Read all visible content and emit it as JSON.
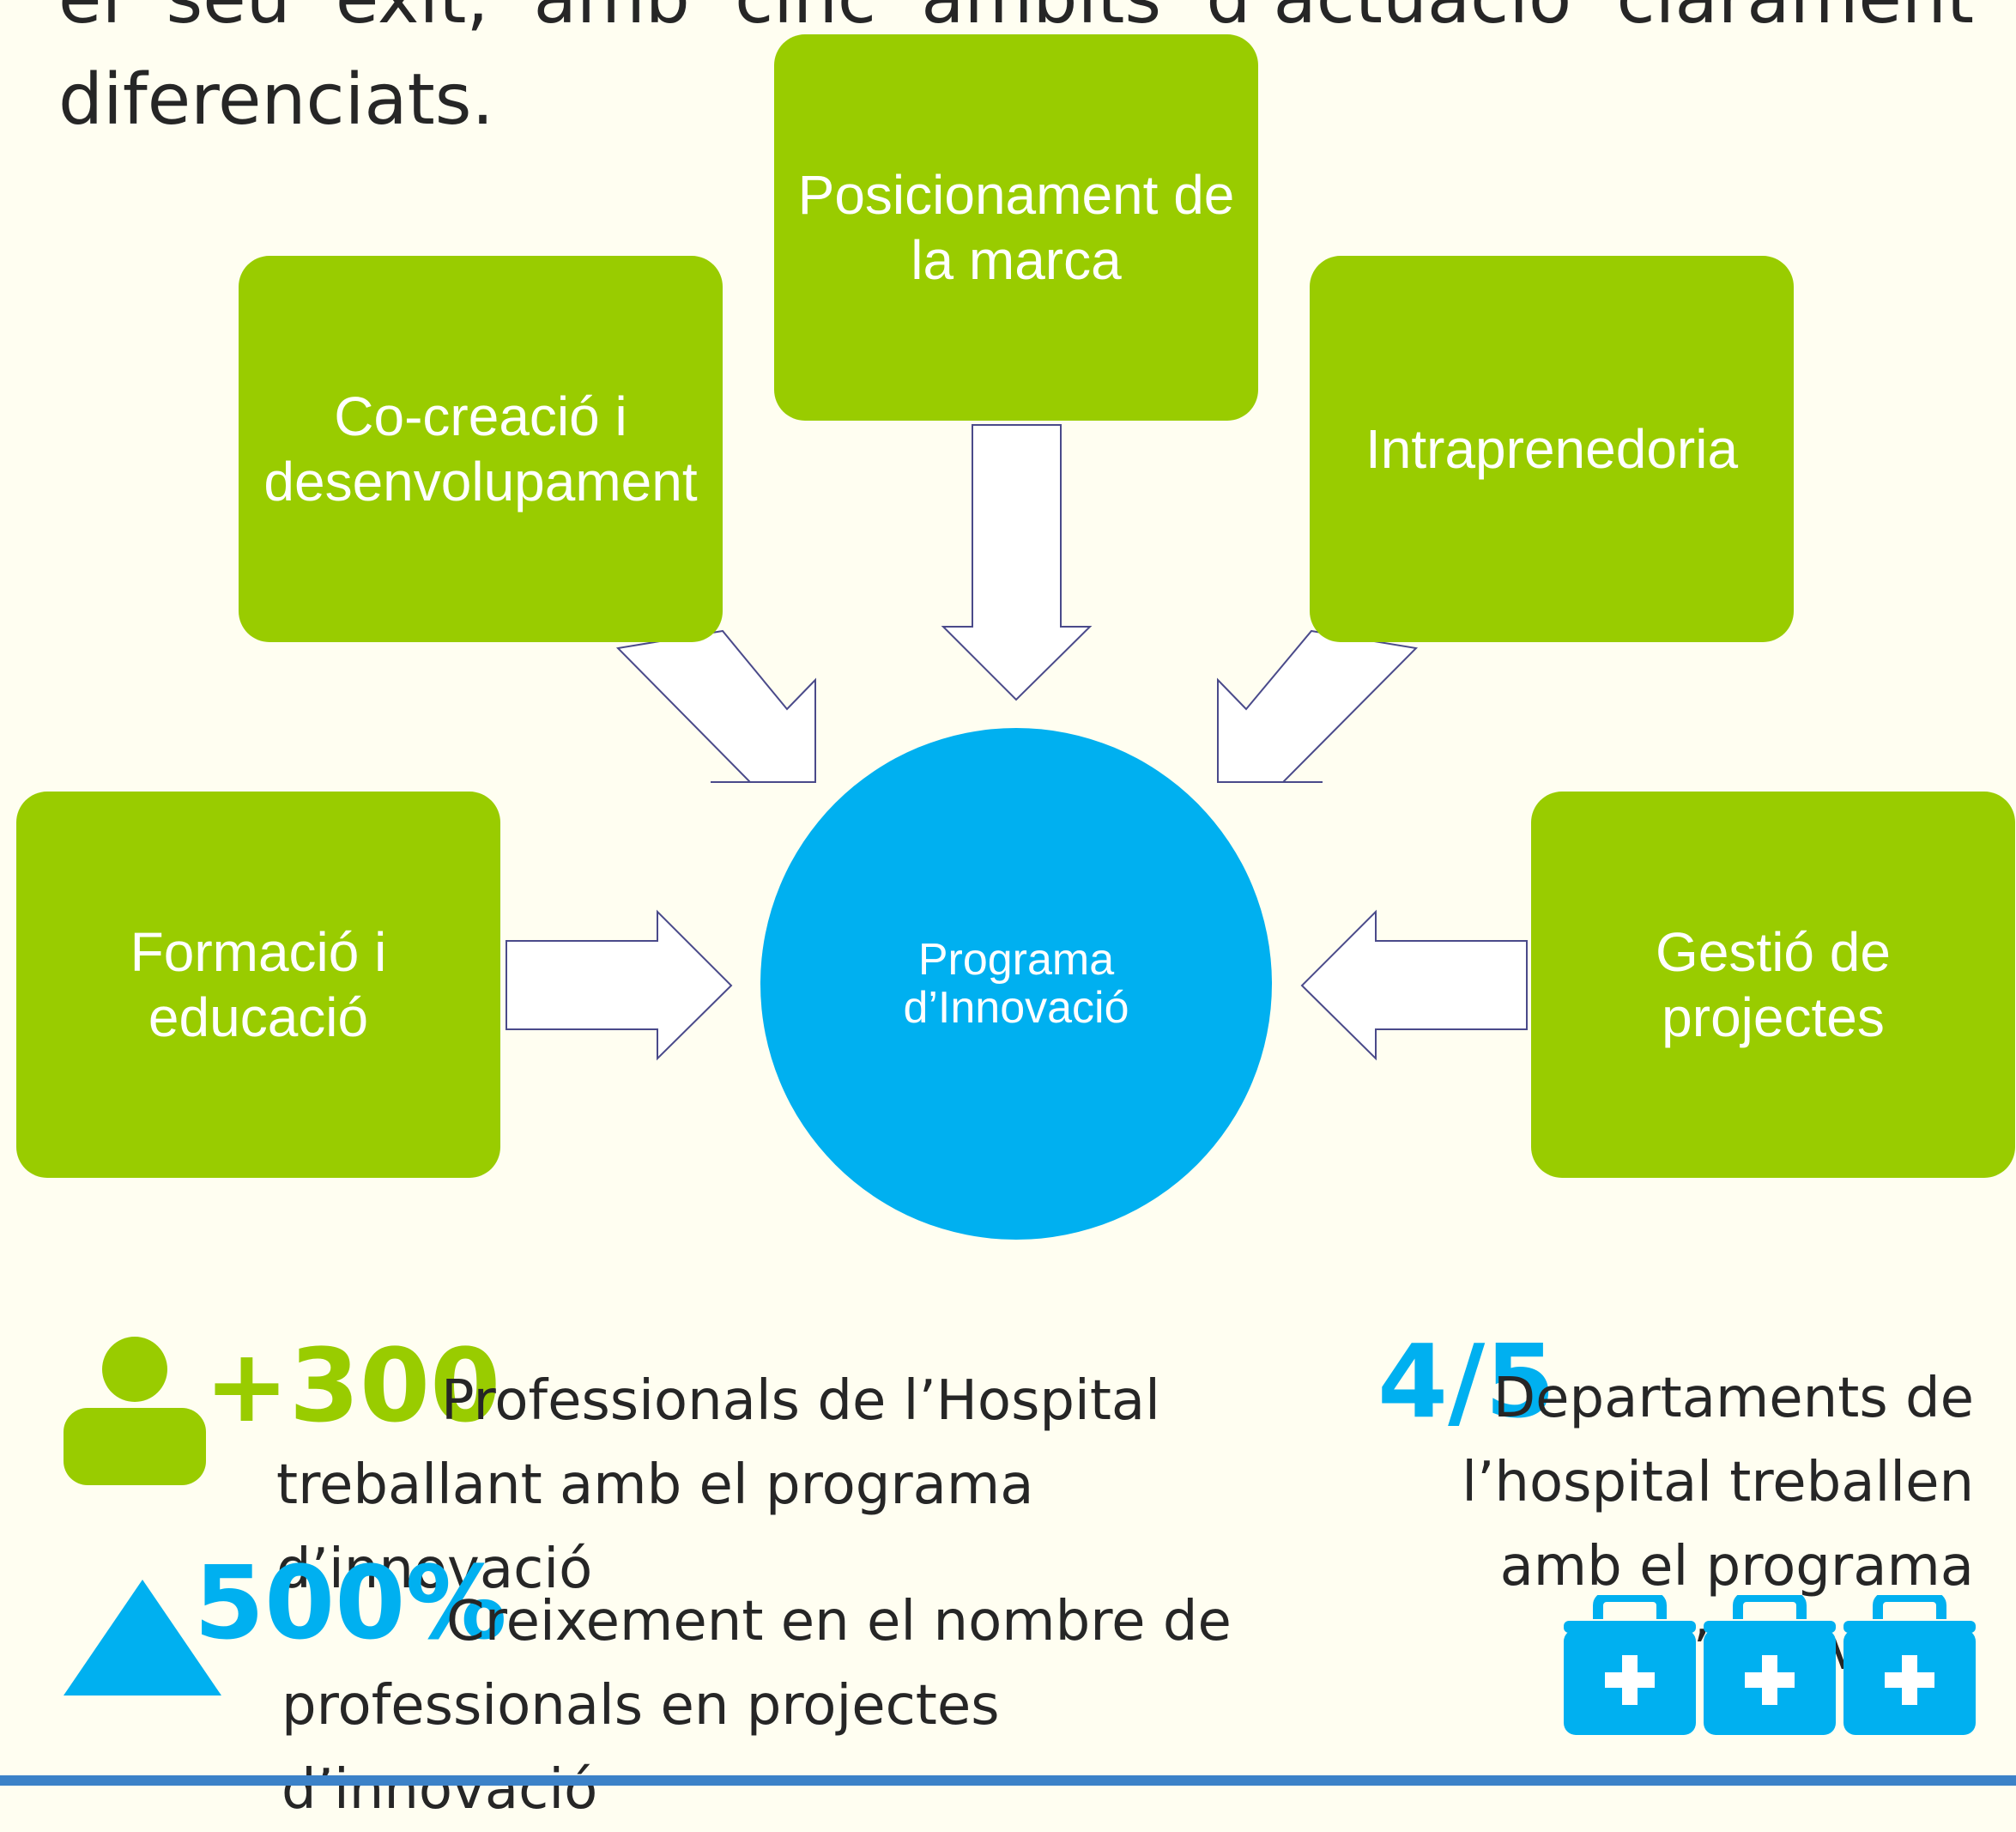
{
  "intro_text": "el seu èxit, amb cinc àmbits d’actuació clarament diferenciats.",
  "diagram": {
    "hub": "Programa d’Innovació",
    "areas": {
      "branding": "Posicionament de la marca",
      "cocreation": "Co-creació i desenvolupament",
      "intrapreneurship": "Intraprenedoria",
      "training": "Formació i educació",
      "projects": "Gestió de projectes"
    }
  },
  "stats": {
    "professionals": {
      "value": "+300",
      "text": "Professionals de l’Hospital treballant amb el programa d’innovació"
    },
    "growth": {
      "value": "500%",
      "text": "Creixement en el nombre de professionals en projectes d’innovació"
    },
    "departments": {
      "value": "4/5",
      "text": "Departaments de l’hospital treballen amb el programa d’innovació"
    }
  },
  "colors": {
    "background": "#fffef1",
    "green": "#99cc00",
    "blue": "#00b0f0",
    "text": "#262626",
    "bar": "#3c82c8"
  }
}
